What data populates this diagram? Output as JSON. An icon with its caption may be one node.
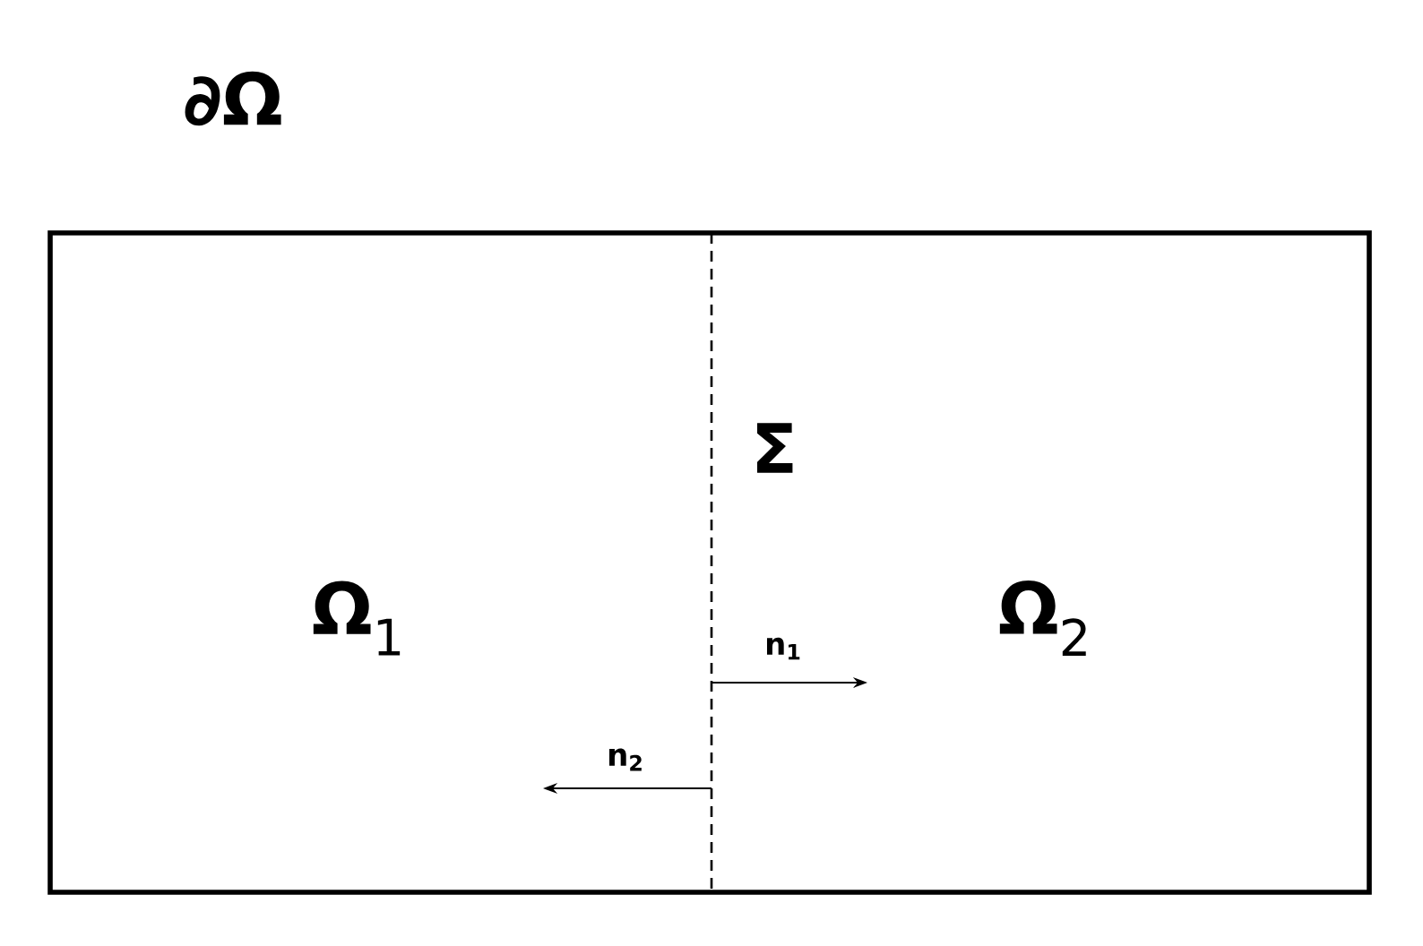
{
  "diagram": {
    "nodes": [
      {
        "text": [
          "∂Ω"
        ]
      }
    ],
    "labels": [
      "Σ",
      "**Ω**$_{1}$",
      "**Ω**$_{2}$",
      "n$_{1}$",
      "n$_{2}$"
    ]
  }
}
